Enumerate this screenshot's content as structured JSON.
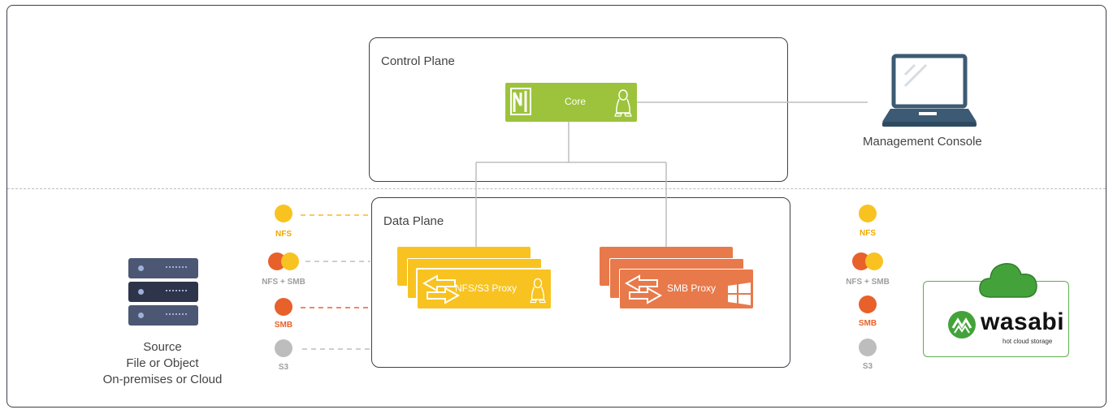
{
  "control_plane": {
    "title": "Control Plane"
  },
  "data_plane": {
    "title": "Data Plane"
  },
  "core": {
    "label": "Core",
    "color": "#9cc33b"
  },
  "proxies": {
    "nfs_s3": {
      "label": "NFS/S3 Proxy",
      "color": "#f8c320"
    },
    "smb": {
      "label": "SMB Proxy",
      "color": "#e8794a"
    }
  },
  "management_console": {
    "label": "Management Console"
  },
  "source": {
    "lines": [
      "Source",
      "File or Object",
      "On-premises or Cloud"
    ]
  },
  "protocols_left": [
    {
      "label": "NFS",
      "color": "#f8c320",
      "label_color": "#f0a800"
    },
    {
      "label": "NFS + SMB",
      "color": "#e8602a",
      "label_color": "#9e9e9e"
    },
    {
      "label": "SMB",
      "color": "#e8602a",
      "label_color": "#e8602a"
    },
    {
      "label": "S3",
      "color": "#bdbdbd",
      "label_color": "#9e9e9e"
    }
  ],
  "protocols_right": [
    {
      "label": "NFS"
    },
    {
      "label": "NFS + SMB"
    },
    {
      "label": "SMB"
    },
    {
      "label": "S3"
    }
  ],
  "wasabi": {
    "name": "wasabi",
    "tagline": "hot cloud storage",
    "accent": "#5bb04a"
  }
}
